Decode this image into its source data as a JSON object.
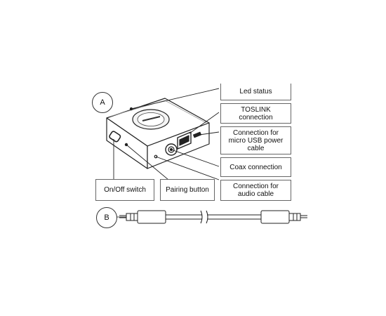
{
  "diagram": {
    "markers": {
      "a": "A",
      "b": "B"
    },
    "labels": {
      "led_status": "Led status",
      "toslink": [
        "TOSLINK",
        "connection"
      ],
      "micro_usb": [
        "Connection for",
        "micro USB power",
        "cable"
      ],
      "coax": "Coax connection",
      "audio_cable": [
        "Connection for",
        "audio cable"
      ],
      "on_off": "On/Off switch",
      "pairing": "Pairing button"
    }
  }
}
